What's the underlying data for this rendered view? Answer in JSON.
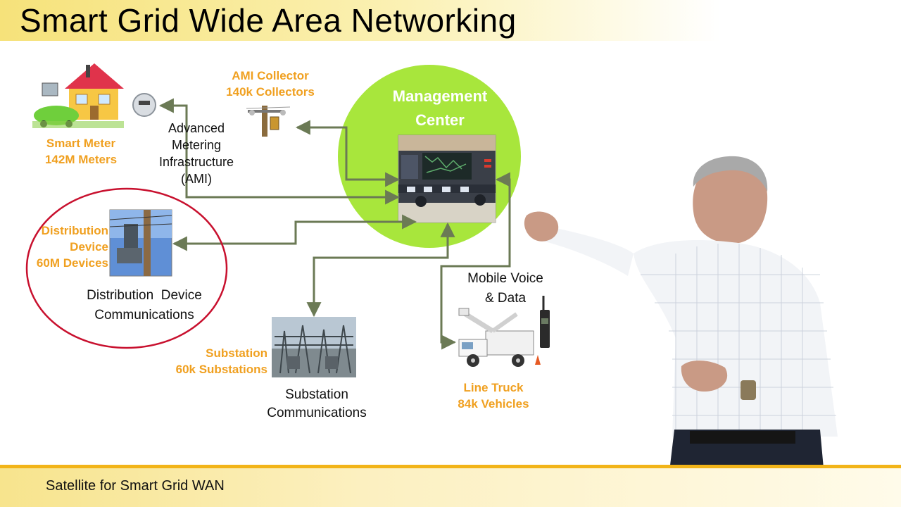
{
  "slide": {
    "title": "Smart Grid Wide Area Networking",
    "footer": "Satellite for Smart Grid WAN"
  },
  "nodes": {
    "smart_meter": {
      "line1": "Smart Meter",
      "line2": "142M Meters"
    },
    "ami": {
      "line1": "Advanced",
      "line2": "Metering",
      "line3": "Infrastructure",
      "line4": "(AMI)"
    },
    "ami_collector": {
      "line1": "AMI Collector",
      "line2": "140k Collectors"
    },
    "management_center": {
      "line1": "Management",
      "line2": "Center"
    },
    "distribution_device": {
      "line1": "Distribution",
      "line2": "Device",
      "line3": "60M Devices"
    },
    "distribution_comms": {
      "line1": "Distribution  Device",
      "line2": "Communications"
    },
    "substation": {
      "line1": "Substation",
      "line2": "60k Substations"
    },
    "substation_comms": {
      "line1": "Substation",
      "line2": "Communications"
    },
    "mobile": {
      "line1": "Mobile Voice",
      "line2": "& Data"
    },
    "line_truck": {
      "line1": "Line Truck",
      "line2": "84k Vehicles"
    }
  },
  "colors": {
    "title_band": "#f6e27a",
    "footer_accent": "#f2b418",
    "label_orange": "#f0a020",
    "connector": "#6b7a55",
    "management_circle": "#a8e63c",
    "highlight_ellipse": "#c8102e"
  }
}
